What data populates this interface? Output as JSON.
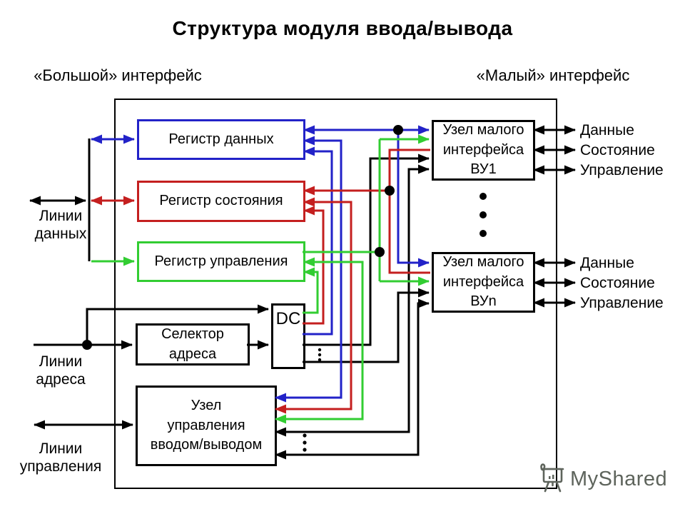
{
  "title": "Структура модуля ввода/вывода",
  "interfaces": {
    "big": "«Большой» интерфейс",
    "small": "«Малый» интерфейс"
  },
  "boxes": {
    "reg_data": {
      "lines": [
        "Регистр данных"
      ]
    },
    "reg_status": {
      "lines": [
        "Регистр состояния"
      ]
    },
    "reg_ctrl": {
      "lines": [
        "Регистр управления"
      ]
    },
    "selector": {
      "lines": [
        "Селектор",
        "адреса"
      ]
    },
    "dc": {
      "lines": [
        "DC"
      ]
    },
    "ctrl_unit": {
      "lines": [
        "Узел",
        "управления",
        "вводом/выводом"
      ]
    },
    "vu1": {
      "lines": [
        "Узел малого",
        "интерфейса",
        "ВУ1"
      ]
    },
    "vun": {
      "lines": [
        "Узел малого",
        "интерфейса",
        "ВУn"
      ]
    }
  },
  "bus_labels": {
    "data": {
      "lines": [
        "Линии",
        "данных"
      ]
    },
    "address": {
      "lines": [
        "Линии",
        "адреса"
      ]
    },
    "control": {
      "lines": [
        "Линии",
        "управления"
      ]
    }
  },
  "ports": {
    "vu1": [
      "Данные",
      "Состояние",
      "Управление"
    ],
    "vun": [
      "Данные",
      "Состояние",
      "Управление"
    ]
  },
  "colors": {
    "data_bus": "#2222c8",
    "status_bus": "#c41f1f",
    "control_bus": "#32cd32",
    "wire": "#000000",
    "watermark": "#5e645c"
  },
  "watermark": "MyShared"
}
